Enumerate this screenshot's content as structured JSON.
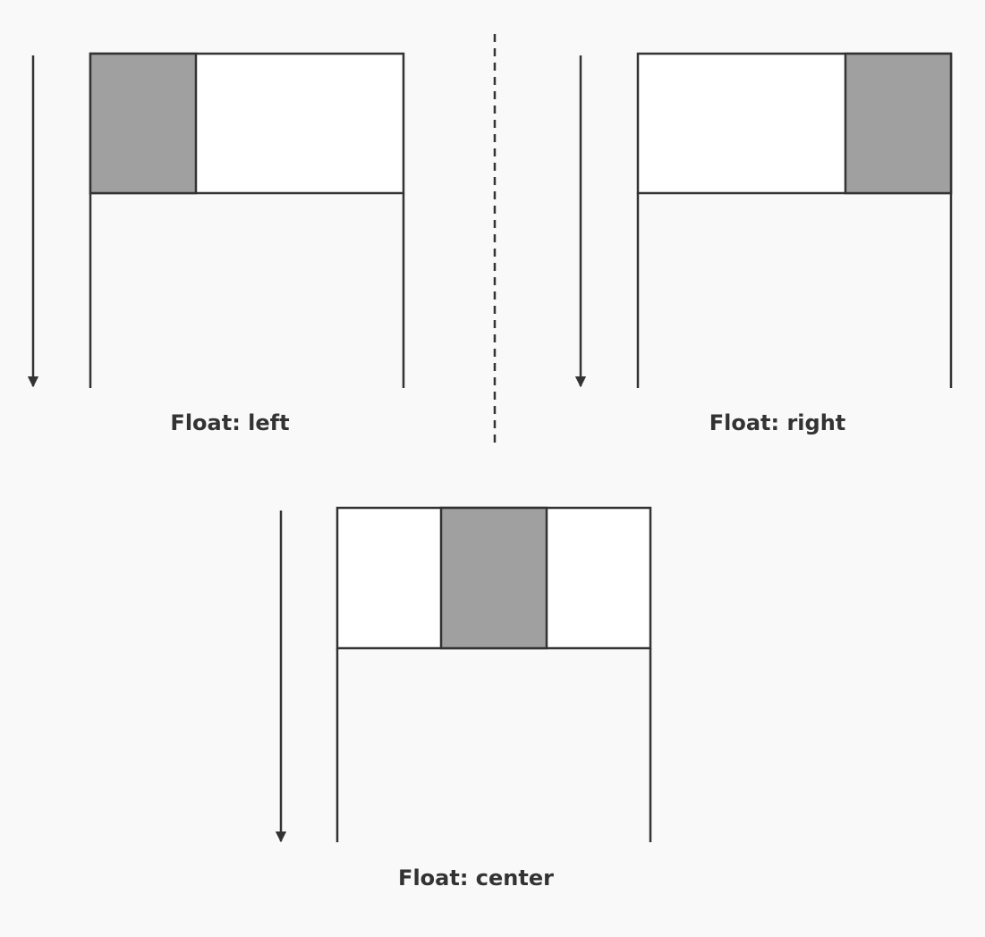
{
  "colors": {
    "background": "#f9f9f9",
    "stroke": "#333333",
    "content_fill": "#ffffff",
    "float_fill": "#a0a0a0"
  },
  "panels": [
    {
      "id": "left",
      "caption": "Float: left",
      "float_position": "left"
    },
    {
      "id": "right",
      "caption": "Float: right",
      "float_position": "right"
    },
    {
      "id": "center",
      "caption": "Float: center",
      "float_position": "center"
    }
  ]
}
